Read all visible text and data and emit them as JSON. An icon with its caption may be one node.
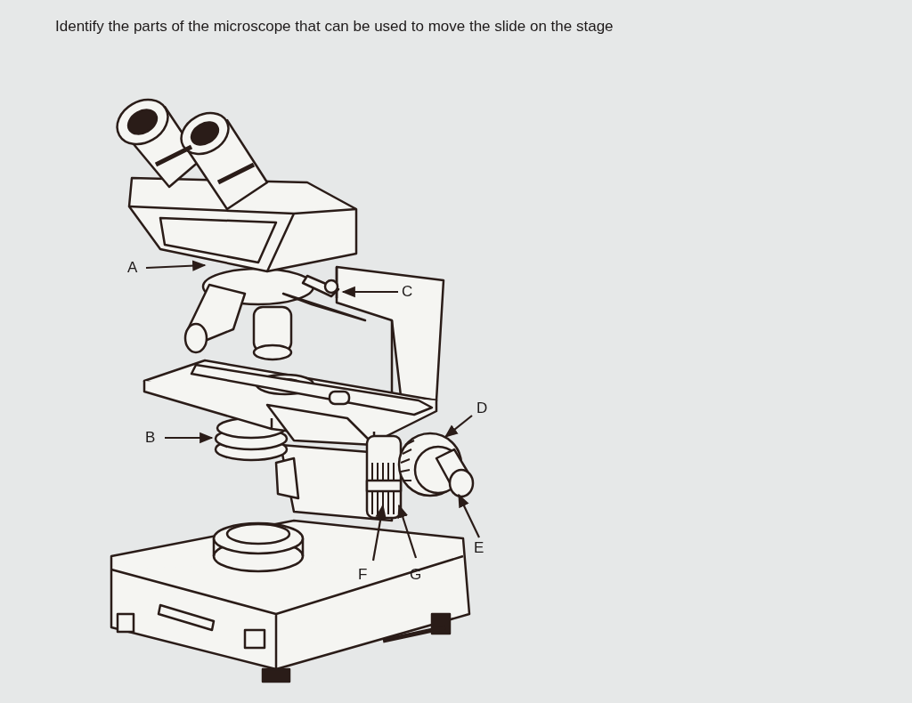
{
  "diagram": {
    "title": "Identify the parts of the microscope that can be used to move the slide on the stage",
    "nodes": [
      {
        "text": [
          "A"
        ]
      },
      {
        "text": [
          "C"
        ]
      },
      {
        "text": [
          "D"
        ]
      },
      {
        "text": [
          "B"
        ]
      },
      {
        "text": [
          "E"
        ]
      },
      {
        "text": [
          "F"
        ]
      },
      {
        "text": [
          "G"
        ]
      }
    ],
    "edges": [
      {
        "from": 0,
        "to": null,
        "arrow": "to"
      },
      {
        "from": 1,
        "to": null,
        "arrow": "to"
      },
      {
        "from": 2,
        "to": null,
        "arrow": "to"
      },
      {
        "from": 3,
        "to": null,
        "arrow": "to"
      },
      {
        "from": 4,
        "to": null,
        "arrow": "to"
      },
      {
        "from": 5,
        "to": null,
        "arrow": "to"
      },
      {
        "from": 6,
        "to": null,
        "arrow": "to"
      }
    ]
  }
}
